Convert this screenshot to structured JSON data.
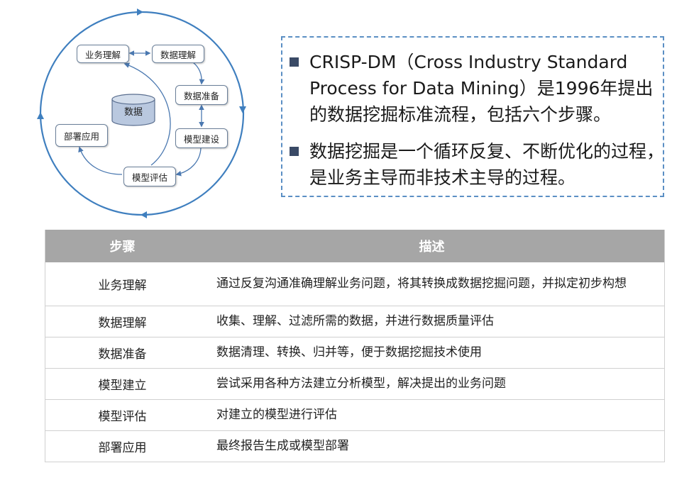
{
  "diagram": {
    "center": "数据",
    "nodes": {
      "business_understanding": "业务理解",
      "data_understanding": "数据理解",
      "data_preparation": "数据准备",
      "modeling": "模型建设",
      "evaluation": "模型评估",
      "deployment": "部署应用"
    }
  },
  "bullets": [
    "CRISP-DM（Cross Industry Standard Process for Data Mining）是1996年提出的数据挖掘标准流程，包括六个步骤。",
    "数据挖掘是一个循环反复、不断优化的过程，是业务主导而非技术主导的过程。"
  ],
  "table": {
    "headers": {
      "step": "步骤",
      "description": "描述"
    },
    "rows": [
      {
        "step": "业务理解",
        "description": "通过反复沟通准确理解业务问题，将其转换成数据挖掘问题，并拟定初步构想"
      },
      {
        "step": "数据理解",
        "description": "收集、理解、过滤所需的数据，并进行数据质量评估"
      },
      {
        "step": "数据准备",
        "description": "数据清理、转换、归并等，便于数据挖掘技术使用"
      },
      {
        "step": "模型建立",
        "description": "尝试采用各种方法建立分析模型，解决提出的业务问题"
      },
      {
        "step": "模型评估",
        "description": "对建立的模型进行评估"
      },
      {
        "step": "部署应用",
        "description": "最终报告生成或模型部署"
      }
    ]
  },
  "colors": {
    "cycle_line": "#3f7fbf",
    "arrow": "#4a78b0",
    "db_fill": "#b9c8df",
    "panel_border": "#5b8fc4",
    "table_header": "#a6a6a6"
  }
}
